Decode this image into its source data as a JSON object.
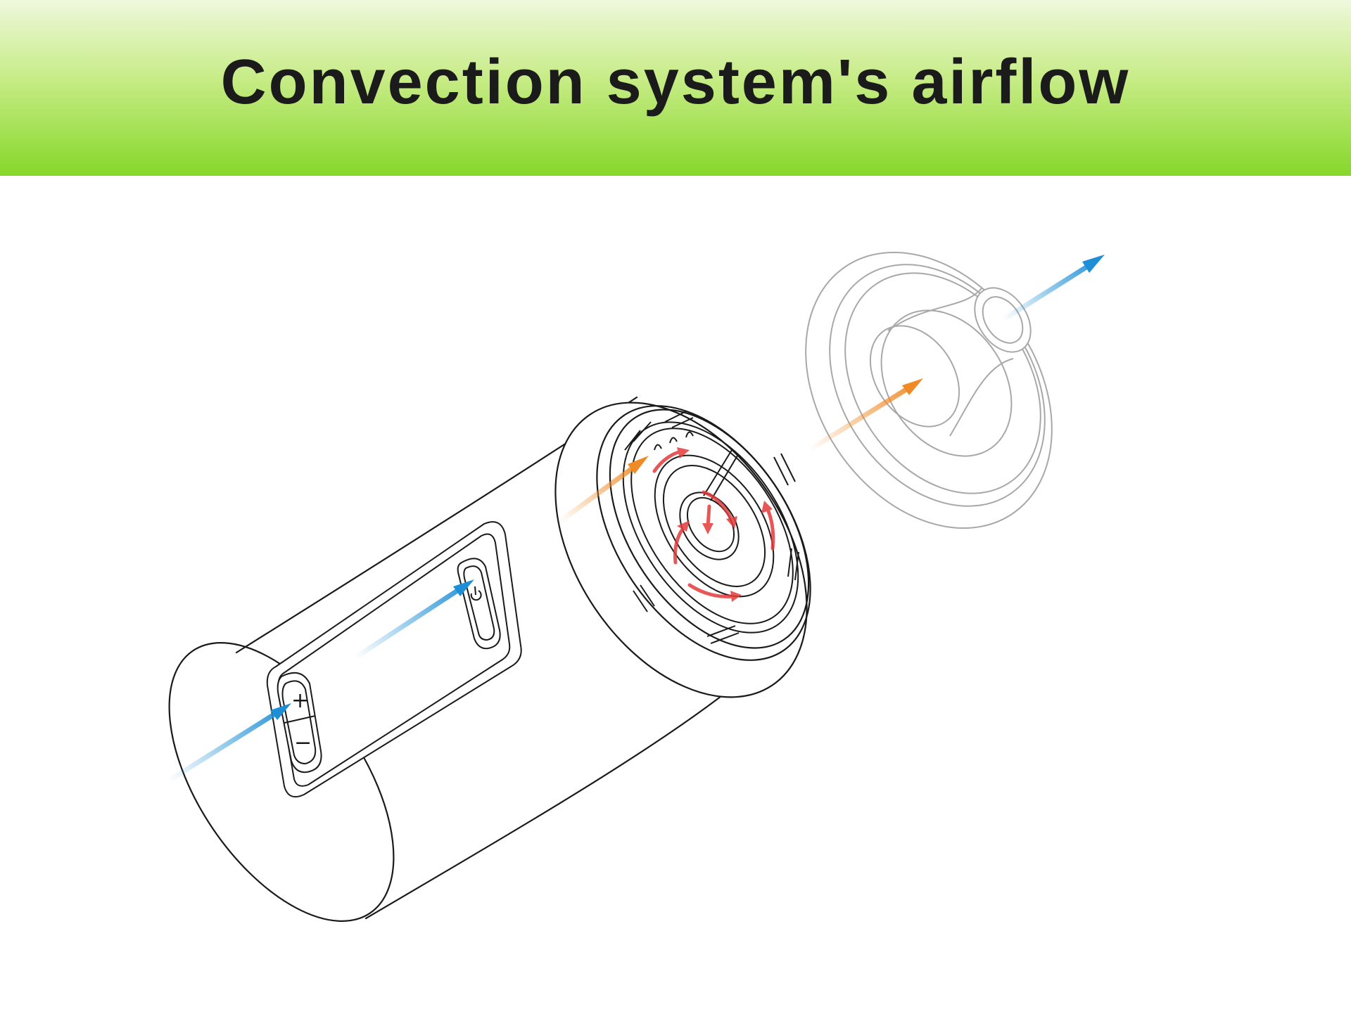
{
  "header": {
    "title": "Convection system's airflow",
    "gradient_top": "#eef8dc",
    "gradient_bottom": "#86d72a"
  },
  "diagram": {
    "buttons": {
      "plus_symbol": "+",
      "minus_symbol": "−"
    },
    "icons": [
      "power-icon",
      "plus-icon",
      "minus-icon",
      "airflow-arrow",
      "swirl-arrow"
    ],
    "colors": {
      "line": "#1a1a1a",
      "mouthpiece_line": "#a8a8a8",
      "cool_air": "#1e8fd6",
      "heated_air": "#ef8a25",
      "swirl": "#e53a3a"
    }
  }
}
